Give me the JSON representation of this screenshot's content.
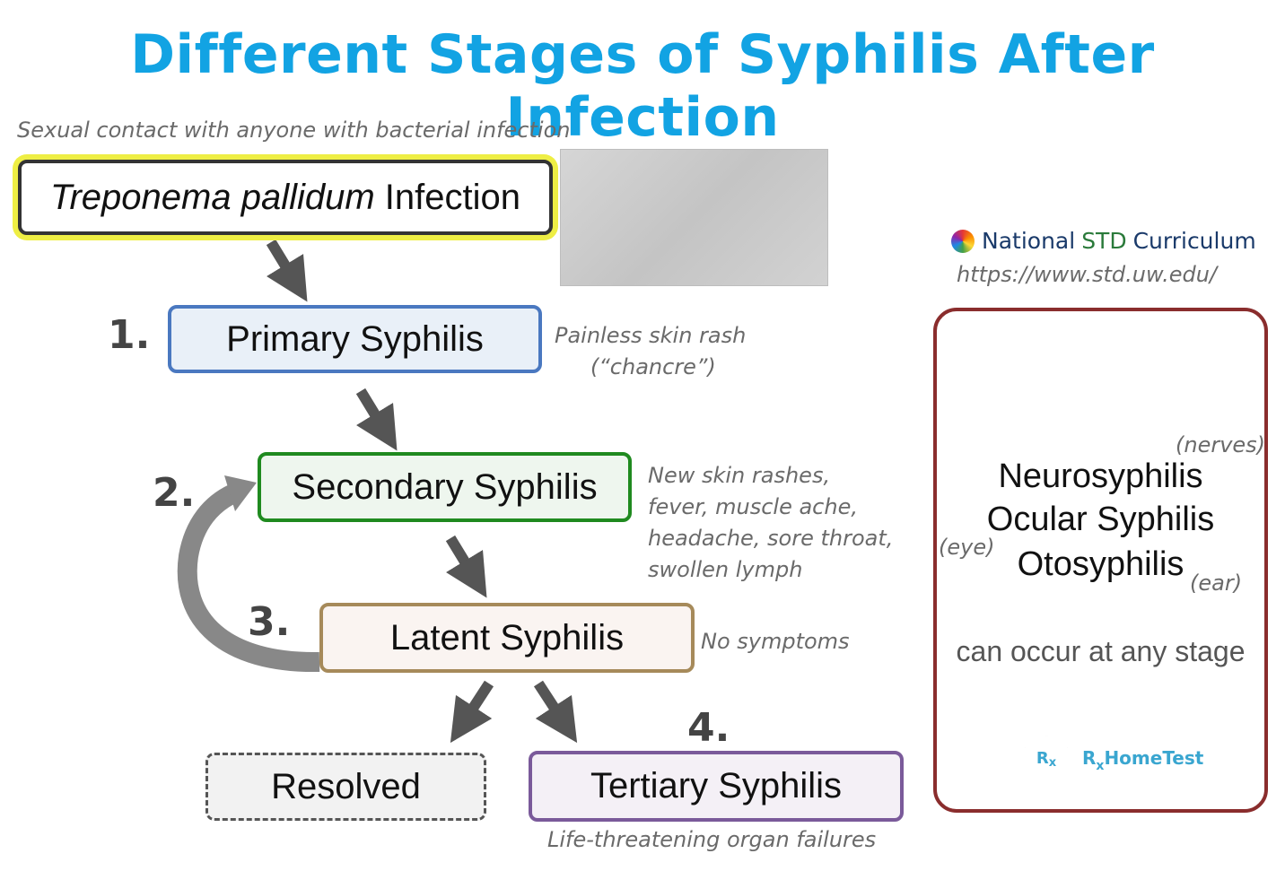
{
  "title": "Different Stages of Syphilis After Infection",
  "transmission_note": "Sexual contact with anyone with bacterial infection",
  "infection_box": {
    "italic": "Treponema pallidum",
    "rest": " Infection"
  },
  "source": {
    "name_a": "National",
    "name_b": "STD",
    "name_c": "Curriculum",
    "url": "https://www.std.uw.edu/"
  },
  "stages": {
    "primary": {
      "number": "1.",
      "label": "Primary Syphilis",
      "note_line1": "Painless skin rash",
      "note_line2": "(“chancre”)"
    },
    "secondary": {
      "number": "2.",
      "label": "Secondary Syphilis",
      "note_lines": [
        "New skin rashes,",
        "fever, muscle ache,",
        "headache, sore throat,",
        "swollen lymph"
      ]
    },
    "latent": {
      "number": "3.",
      "label": "Latent Syphilis",
      "note": "No symptoms"
    },
    "resolved": {
      "label": "Resolved"
    },
    "tertiary": {
      "number": "4.",
      "label": "Tertiary Syphilis",
      "note": "Life-threatening organ failures"
    }
  },
  "side_panel": {
    "nerves": "(nerves)",
    "neuro": "Neurosyphilis",
    "ocular": "Ocular Syphilis",
    "eye": "(eye)",
    "oto": "Otosyphilis",
    "ear": "(ear)",
    "note": "can occur at any stage",
    "logo_text": "HomeTest"
  },
  "colors": {
    "title": "#12a3e3",
    "infection_border": "#e8e83a",
    "primary_border": "#4a78c0",
    "secondary_border": "#1f8a1f",
    "latent_border": "#a68a5a",
    "tertiary_border": "#7a5a9a",
    "panel_border": "#8a2d2d"
  }
}
